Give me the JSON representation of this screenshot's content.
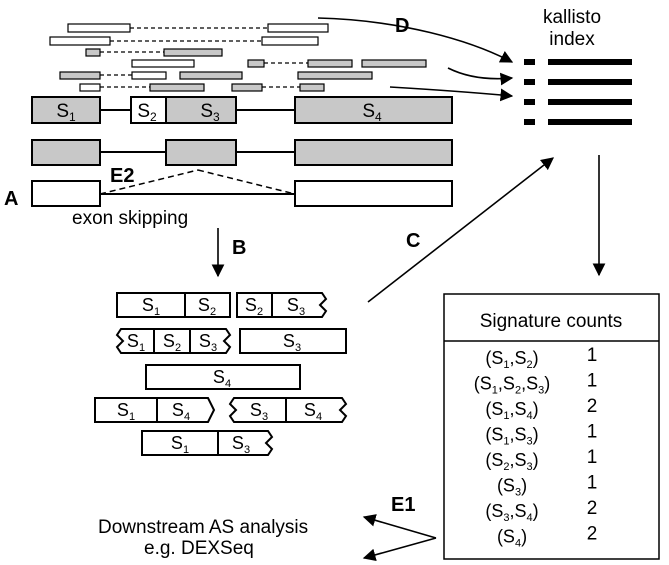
{
  "labels": {
    "a": "A",
    "b": "B",
    "c": "C",
    "d": "D",
    "e1": "E1",
    "e2": "E2",
    "exon_skipping": "exon skipping",
    "index_line1": "kallisto",
    "index_line2": "index",
    "downstream_line1": "Downstream AS analysis",
    "downstream_line2": "e.g. DEXSeq"
  },
  "gene_model": {
    "segments": [
      "S1",
      "S2",
      "S3",
      "S4"
    ]
  },
  "reads": [
    [
      "S1",
      "S2"
    ],
    [
      "S2",
      "S3"
    ],
    [
      "S1",
      "S2",
      "S3"
    ],
    [
      "S3"
    ],
    [
      "S4"
    ],
    [
      "S1",
      "S4"
    ],
    [
      "S3",
      "S4"
    ],
    [
      "S1",
      "S3"
    ]
  ],
  "signature_table": {
    "title": "Signature counts",
    "rows": [
      {
        "signature": "(S1,S2)",
        "count": "1"
      },
      {
        "signature": "(S1,S2,S3)",
        "count": "1"
      },
      {
        "signature": "(S1,S4)",
        "count": "2"
      },
      {
        "signature": "(S1,S3)",
        "count": "1"
      },
      {
        "signature": "(S2,S3)",
        "count": "1"
      },
      {
        "signature": "(S3)",
        "count": "1"
      },
      {
        "signature": "(S3,S4)",
        "count": "2"
      },
      {
        "signature": "(S4)",
        "count": "2"
      }
    ]
  },
  "colors": {
    "exon_fill": "#c8c8c8",
    "line": "#000000",
    "background": "#ffffff"
  }
}
